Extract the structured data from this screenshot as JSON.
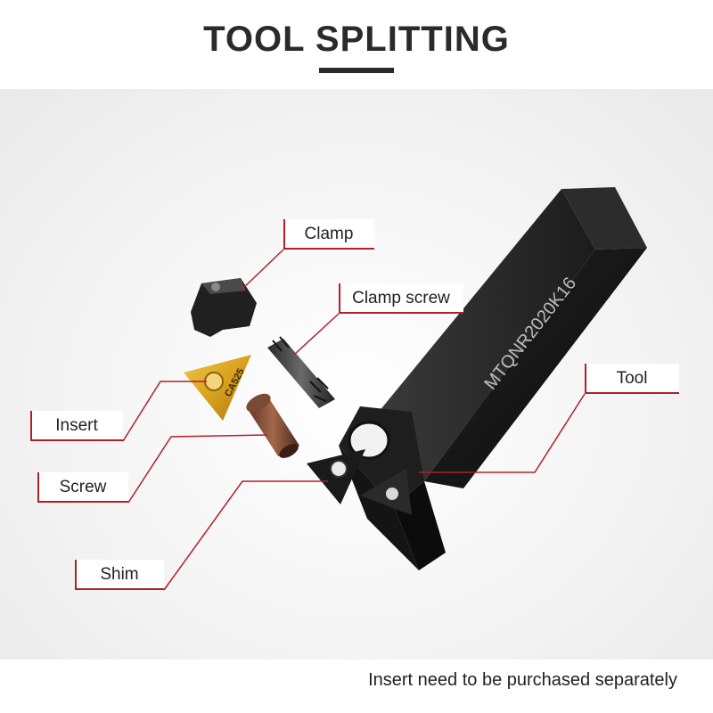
{
  "title": "TOOL SPLITTING",
  "tool_marking": "MTQNR2020K16",
  "parts": {
    "clamp": "Clamp",
    "clamp_screw": "Clamp screw",
    "tool": "Tool",
    "insert": "Insert",
    "screw": "Screw",
    "shim": "Shim"
  },
  "footer_note": "Insert need to be purchased separately",
  "colors": {
    "leader_line": "#b0202a",
    "tool_body": "#1a1a1a",
    "insert_gold": "#d9a21f"
  }
}
